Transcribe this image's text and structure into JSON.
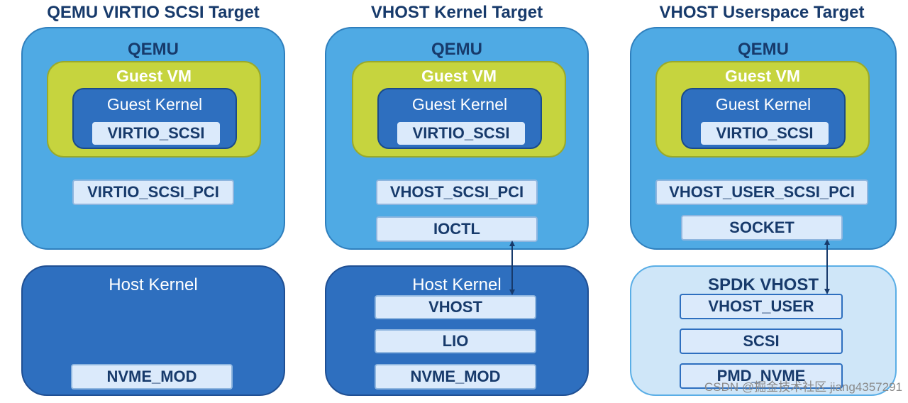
{
  "columns": [
    {
      "title": "QEMU VIRTIO SCSI Target",
      "qemu_label": "QEMU",
      "guest_vm_label": "Guest VM",
      "guest_kernel_label": "Guest Kernel",
      "guest_driver": "VIRTIO_SCSI",
      "qemu_components": [
        "VIRTIO_SCSI_PCI"
      ],
      "host_label": "Host Kernel",
      "host_components": [
        "NVME_MOD"
      ]
    },
    {
      "title": "VHOST Kernel Target",
      "qemu_label": "QEMU",
      "guest_vm_label": "Guest VM",
      "guest_kernel_label": "Guest Kernel",
      "guest_driver": "VIRTIO_SCSI",
      "qemu_components": [
        "VHOST_SCSI_PCI",
        "IOCTL"
      ],
      "host_label": "Host Kernel",
      "host_components": [
        "VHOST",
        "LIO",
        "NVME_MOD"
      ]
    },
    {
      "title": "VHOST Userspace Target",
      "qemu_label": "QEMU",
      "guest_vm_label": "Guest VM",
      "guest_kernel_label": "Guest Kernel",
      "guest_driver": "VIRTIO_SCSI",
      "qemu_components": [
        "VHOST_USER_SCSI_PCI",
        "SOCKET"
      ],
      "host_label": "SPDK VHOST",
      "host_components": [
        "VHOST_USER",
        "SCSI",
        "PMD_NVME"
      ]
    }
  ],
  "watermark": "CSDN @掘金技术社区 jiang4357291",
  "colors": {
    "title": "#173a6b",
    "qemu_fill": "#4faae4",
    "guest_vm_fill": "#c6d43e",
    "guest_kernel_fill": "#2e6fbf",
    "host_kernel_fill": "#2e6fbf",
    "spdk_fill": "#cfe6f8",
    "pill_fill": "#dbeafb",
    "arrow": "#173a6b"
  }
}
